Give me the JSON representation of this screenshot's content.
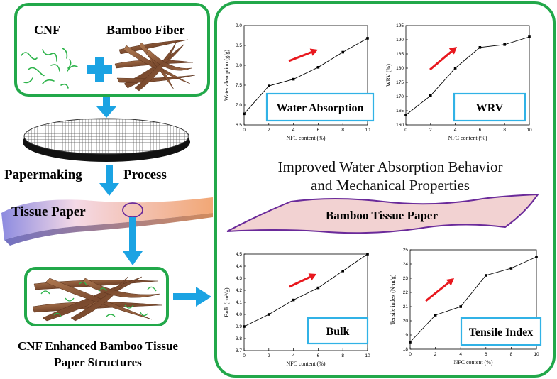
{
  "left_panel": {
    "cnf_label": "CNF",
    "bamboo_label": "Bamboo Fiber",
    "papermaking_word": "Papermaking",
    "process_word": "Process",
    "tissue_label": "Tissue Paper",
    "structure_caption_line1": "CNF Enhanced Bamboo Tissue",
    "structure_caption_line2": "Paper Structures"
  },
  "center": {
    "headline_line1": "Improved Water Absorption Behavior",
    "headline_line2": "and Mechanical Properties",
    "sheet_label": "Bamboo Tissue Paper"
  },
  "colors": {
    "panel_border": "#22a84a",
    "arrow_blue": "#1ba3e3",
    "trend_arrow": "#e8181e",
    "callout_border": "#31b2e6",
    "sheet_fill": "#f2d2d2",
    "sheet_border": "#6a2a9a"
  },
  "chart_data": [
    {
      "id": "water",
      "type": "line",
      "callout": "Water Absorption",
      "xlabel": "NFC content (%)",
      "ylabel": "Water absorption (g/g)",
      "x": [
        0,
        2,
        4,
        6,
        8,
        10
      ],
      "values": [
        6.78,
        7.48,
        7.65,
        7.95,
        8.33,
        8.68
      ],
      "xlim": [
        0,
        10
      ],
      "ylim": [
        6.5,
        9.0
      ],
      "xticks": [
        0,
        2,
        4,
        6,
        8,
        10
      ],
      "yticks": [
        6.5,
        7.0,
        7.5,
        8.0,
        8.5,
        9.0
      ],
      "ytick_labels": [
        "6.5",
        "7.0",
        "7.5",
        "8.0",
        "8.5",
        "9.0"
      ]
    },
    {
      "id": "wrv",
      "type": "line",
      "callout": "WRV",
      "xlabel": "NFC content (%)",
      "ylabel": "WRV (%)",
      "x": [
        0,
        2,
        4,
        6,
        8,
        10
      ],
      "values": [
        163.5,
        170.3,
        180.0,
        187.3,
        188.3,
        191.0
      ],
      "xlim": [
        0,
        10
      ],
      "ylim": [
        160,
        195
      ],
      "xticks": [
        0,
        2,
        4,
        6,
        8,
        10
      ],
      "yticks": [
        160,
        165,
        170,
        175,
        180,
        185,
        190,
        195
      ],
      "ytick_labels": [
        "160",
        "165",
        "170",
        "175",
        "180",
        "185",
        "190",
        "195"
      ]
    },
    {
      "id": "bulk",
      "type": "line",
      "callout": "Bulk",
      "xlabel": "NFC content (%)",
      "ylabel": "Bulk (cm³/g)",
      "x": [
        0,
        2,
        4,
        6,
        8,
        10
      ],
      "values": [
        3.9,
        4.0,
        4.12,
        4.22,
        4.36,
        4.5
      ],
      "xlim": [
        0,
        10
      ],
      "ylim": [
        3.7,
        4.5
      ],
      "xticks": [
        0,
        2,
        4,
        6,
        8,
        10
      ],
      "yticks": [
        3.7,
        3.8,
        3.9,
        4.0,
        4.1,
        4.2,
        4.3,
        4.4,
        4.5
      ],
      "ytick_labels": [
        "3.7",
        "3.8",
        "3.9",
        "4.0",
        "4.1",
        "4.2",
        "4.3",
        "4.4",
        "4.5"
      ]
    },
    {
      "id": "tensile",
      "type": "line",
      "callout": "Tensile Index",
      "xlabel": "NFC content (%)",
      "ylabel": "Tensile index (N·m/g)",
      "x": [
        0,
        2,
        4,
        6,
        8,
        10
      ],
      "values": [
        18.5,
        20.4,
        21.0,
        23.2,
        23.7,
        24.5
      ],
      "xlim": [
        0,
        10
      ],
      "ylim": [
        18,
        25
      ],
      "xticks": [
        0,
        2,
        4,
        6,
        8,
        10
      ],
      "yticks": [
        18,
        19,
        20,
        21,
        22,
        23,
        24,
        25
      ],
      "ytick_labels": [
        "18",
        "19",
        "20",
        "21",
        "22",
        "23",
        "24",
        "25"
      ]
    }
  ]
}
